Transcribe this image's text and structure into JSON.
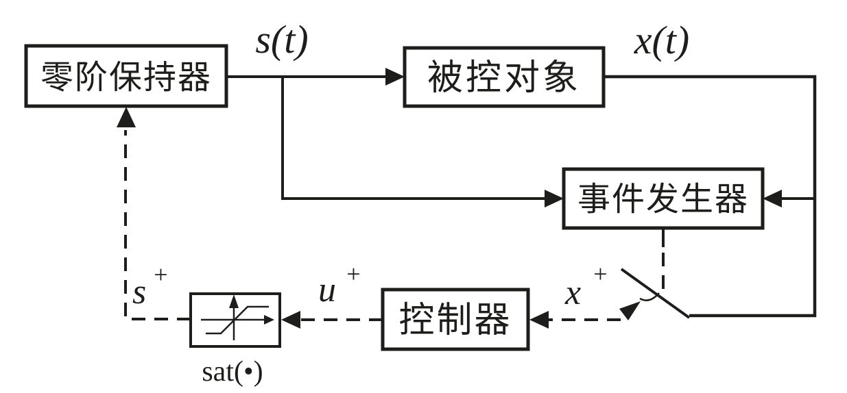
{
  "diagram": {
    "title": "event-triggered control loop block diagram",
    "colors": {
      "stroke": "#1d1d1b",
      "background": "#ffffff"
    },
    "blocks": {
      "zoh": {
        "label": "零阶保持器"
      },
      "plant": {
        "label": "被控对象"
      },
      "event_generator": {
        "label": "事件发生器"
      },
      "controller": {
        "label": "控制器"
      },
      "saturation": {
        "label": "sat(•)"
      }
    },
    "signals": {
      "s_t": "s(t)",
      "x_t": "x(t)",
      "s_plus": {
        "base": "s",
        "sup": "+"
      },
      "u_plus": {
        "base": "u",
        "sup": "+"
      },
      "x_plus": {
        "base": "x",
        "sup": "+"
      }
    }
  }
}
